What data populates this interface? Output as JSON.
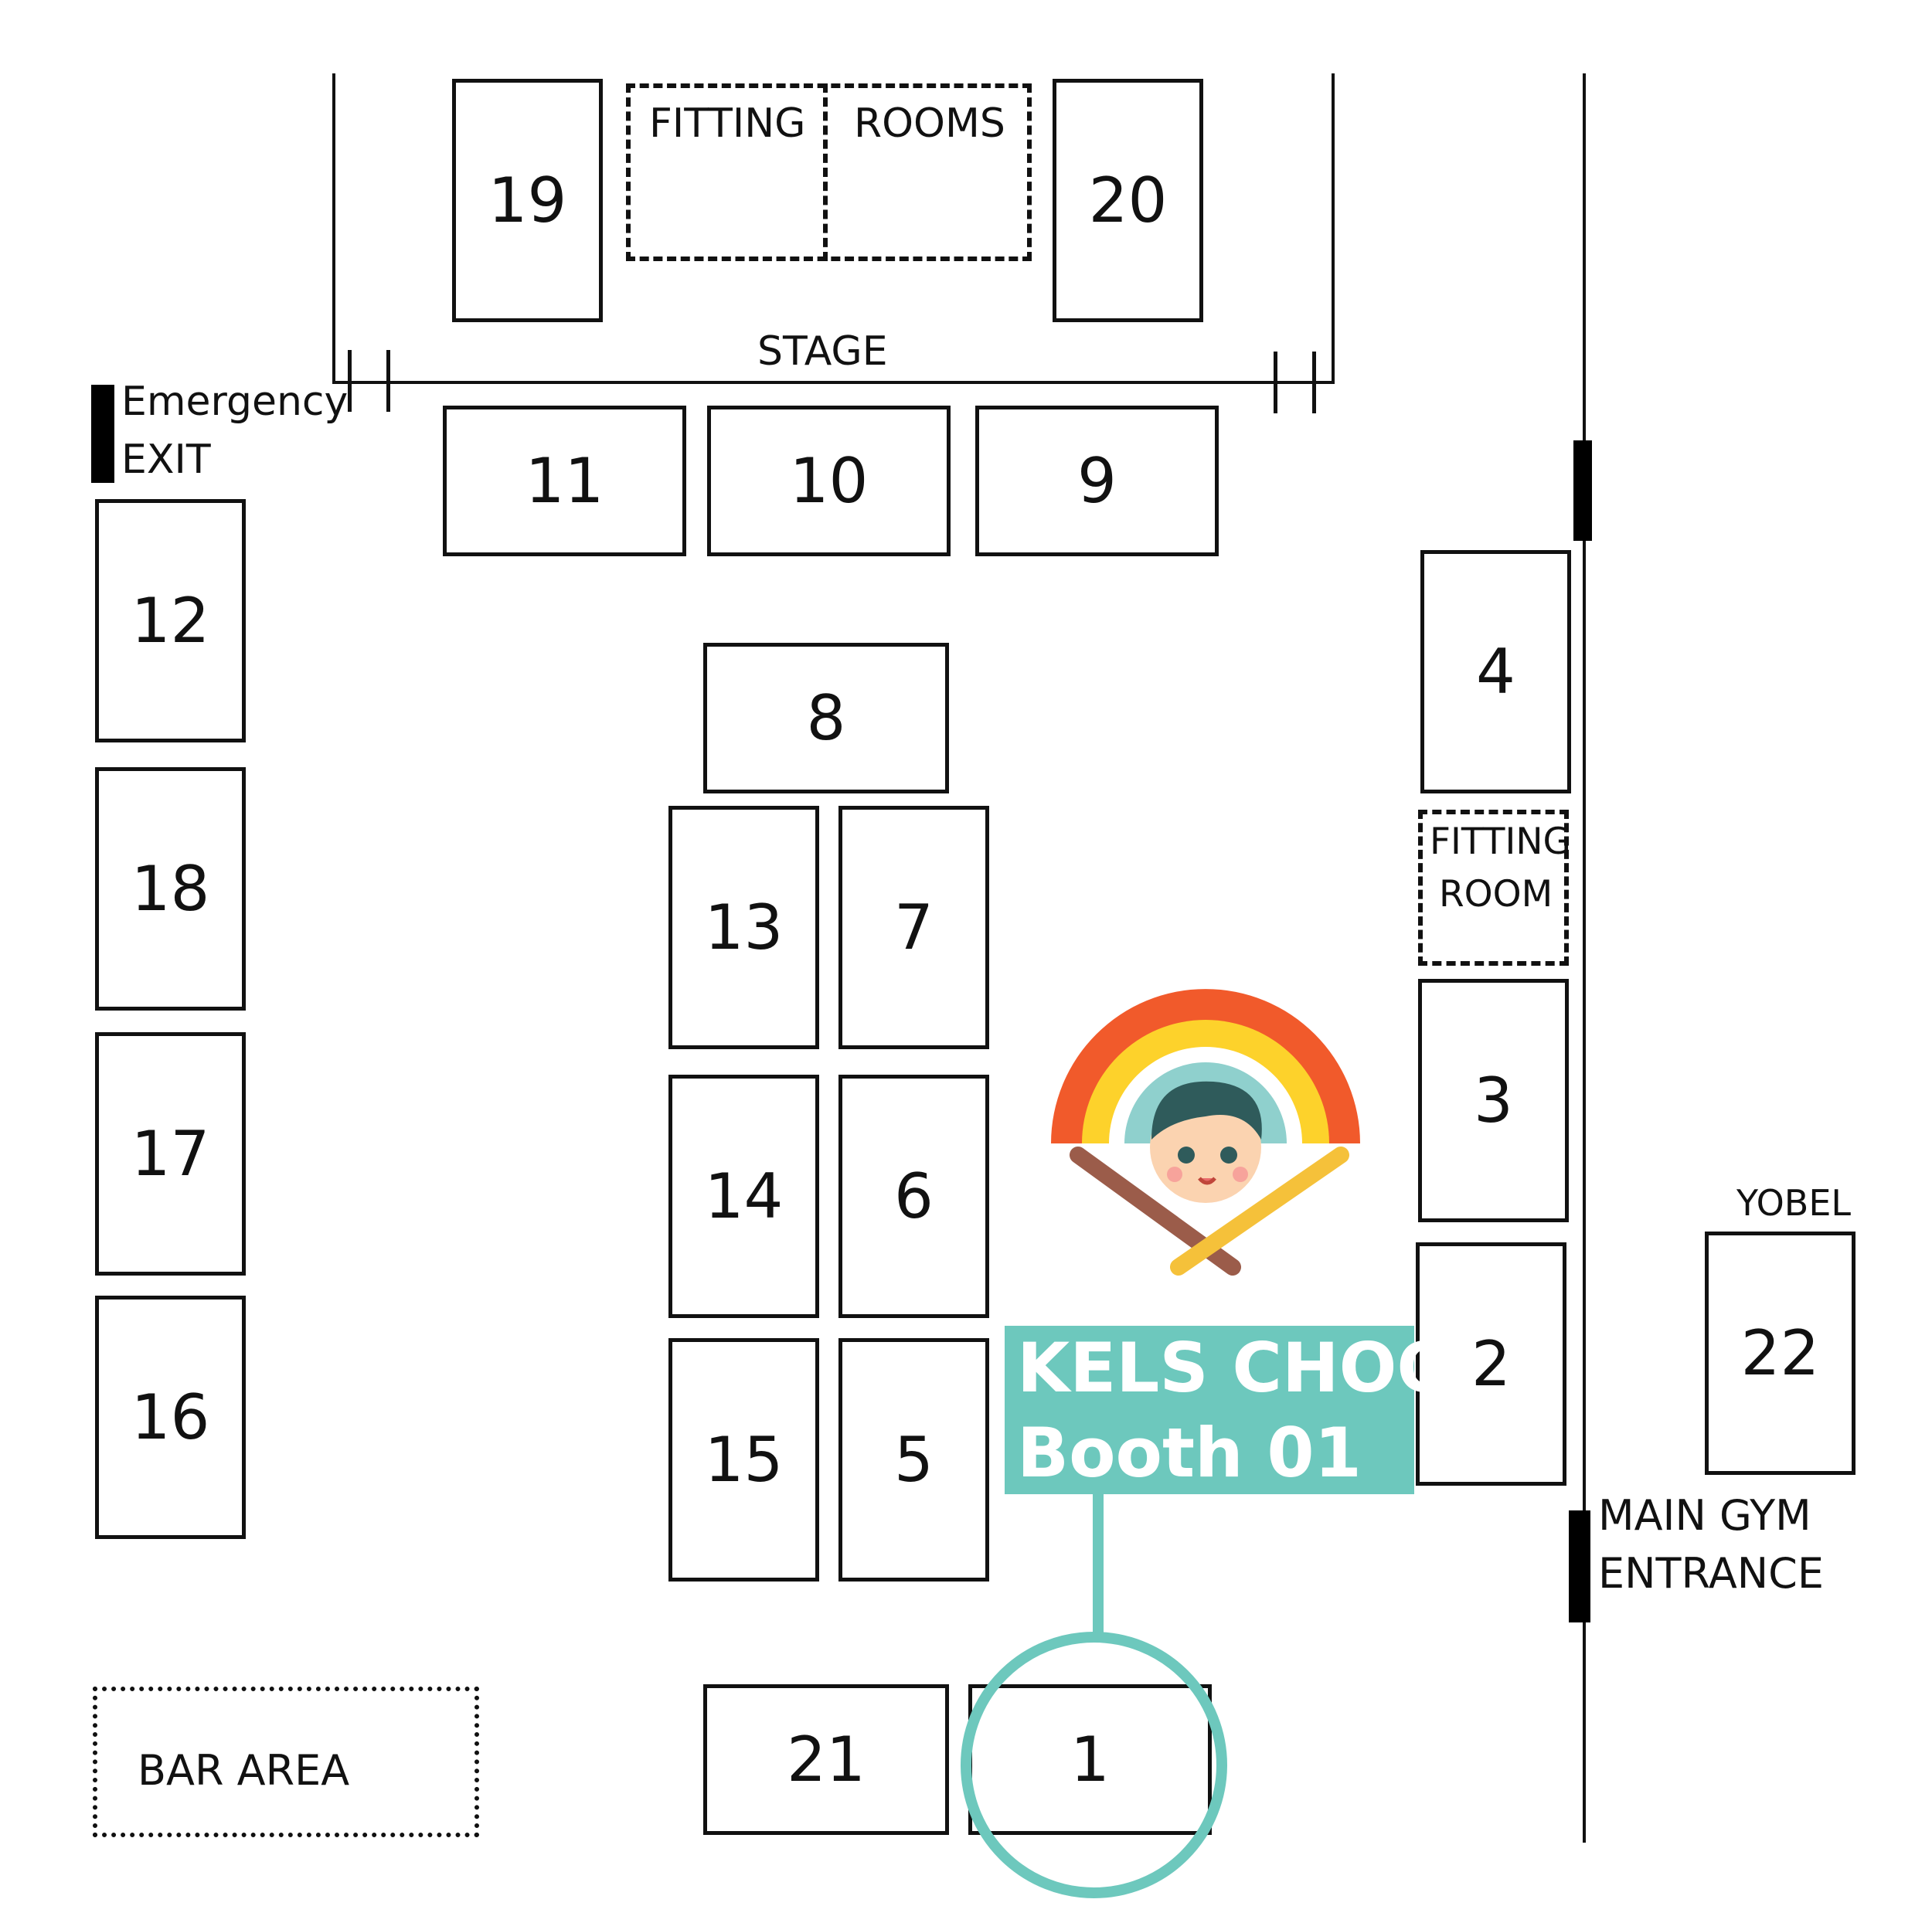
{
  "booths": [
    {
      "number": "1"
    },
    {
      "number": "2"
    },
    {
      "number": "3"
    },
    {
      "number": "4"
    },
    {
      "number": "5"
    },
    {
      "number": "6"
    },
    {
      "number": "7"
    },
    {
      "number": "8"
    },
    {
      "number": "9"
    },
    {
      "number": "10"
    },
    {
      "number": "11"
    },
    {
      "number": "12"
    },
    {
      "number": "13"
    },
    {
      "number": "14"
    },
    {
      "number": "15"
    },
    {
      "number": "16"
    },
    {
      "number": "17"
    },
    {
      "number": "18"
    },
    {
      "number": "19"
    },
    {
      "number": "20"
    },
    {
      "number": "21"
    },
    {
      "number": "22"
    }
  ],
  "labels": {
    "fitting": "FITTING",
    "rooms": "ROOMS",
    "stage": "STAGE",
    "emergency": "Emergency",
    "exit": "EXIT",
    "fitting_room_1": "FITTING",
    "fitting_room_2": "ROOM",
    "yobel": "YOBEL",
    "main_gym": "MAIN GYM",
    "entrance": "ENTRANCE",
    "bar_area": "BAR AREA"
  },
  "highlight": {
    "name": "KELS CHOO",
    "booth": "Booth 01",
    "color": "#6dc8bd",
    "target_booth": "1"
  },
  "logo": {
    "icon": "rainbow-kid-pencils-logo",
    "colors": [
      "#f15a2b",
      "#fdd22b",
      "#ffffff",
      "#8fd0cd"
    ]
  }
}
